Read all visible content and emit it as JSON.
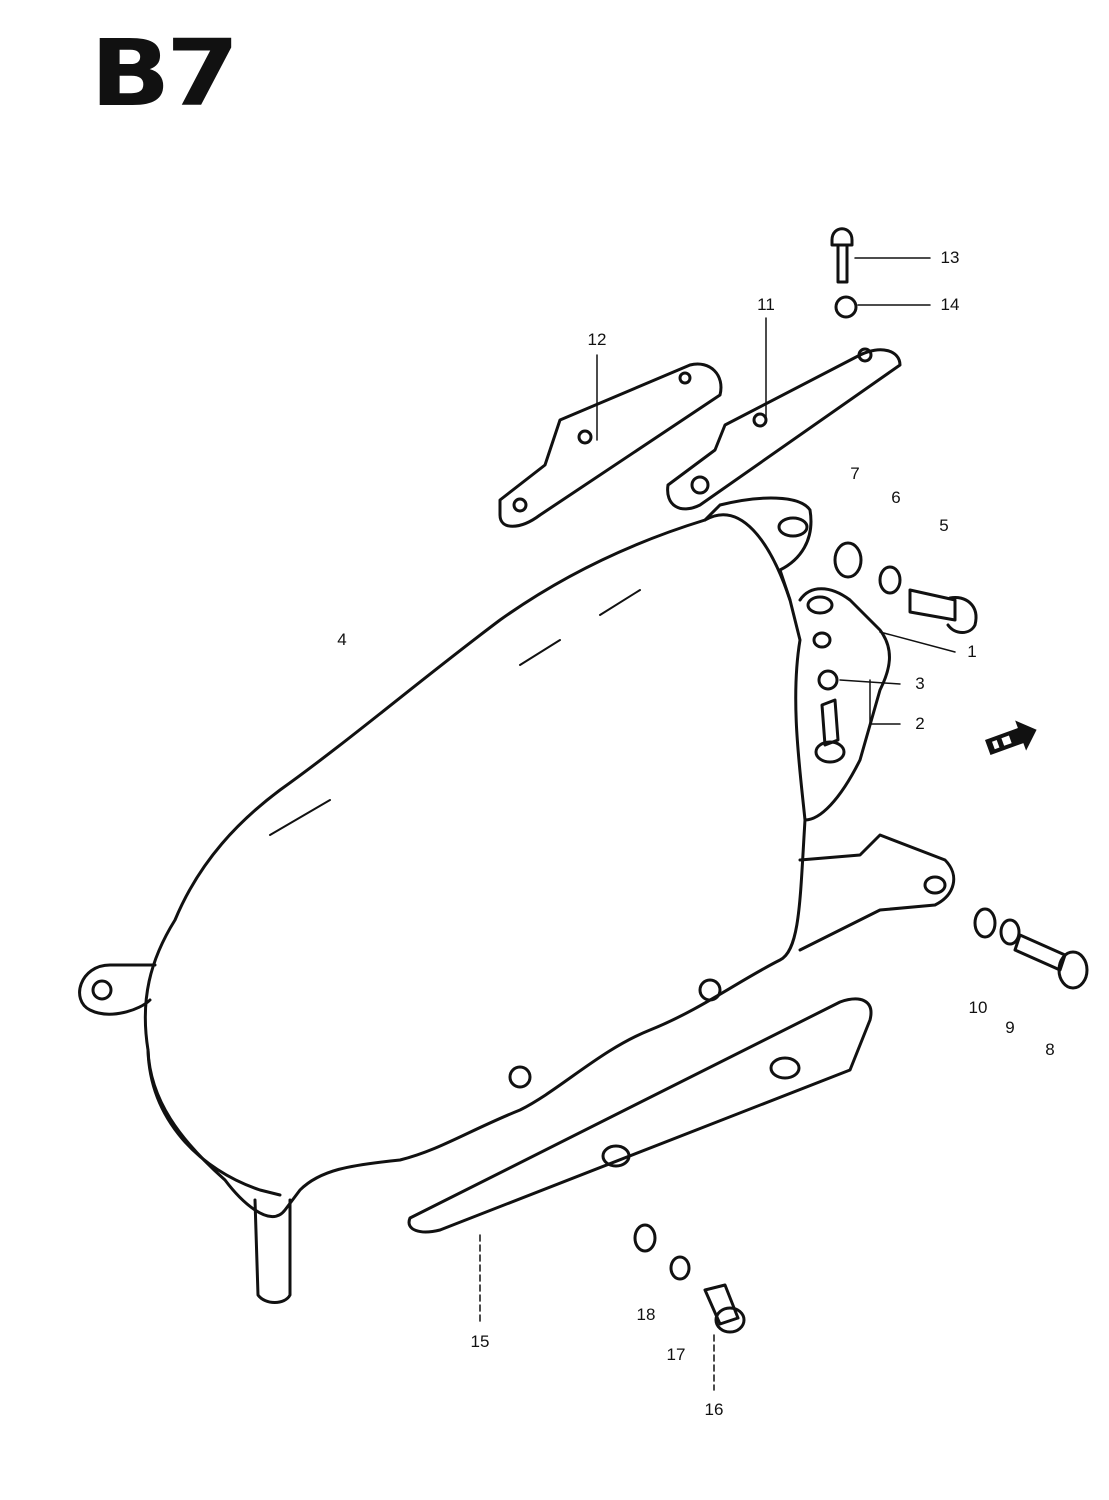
{
  "title": "B7",
  "parts": [
    {
      "number": "1"
    },
    {
      "number": "2"
    },
    {
      "number": "3"
    },
    {
      "number": "4"
    },
    {
      "number": "5"
    },
    {
      "number": "6"
    },
    {
      "number": "7"
    },
    {
      "number": "8"
    },
    {
      "number": "9"
    },
    {
      "number": "10"
    },
    {
      "number": "11"
    },
    {
      "number": "12"
    },
    {
      "number": "13"
    },
    {
      "number": "14"
    },
    {
      "number": "15"
    },
    {
      "number": "16"
    },
    {
      "number": "17"
    },
    {
      "number": "18"
    }
  ],
  "icons": {
    "front_arrow": "front-direction-arrow-icon"
  },
  "colors": {
    "ink": "#111111",
    "paper": "#ffffff"
  }
}
